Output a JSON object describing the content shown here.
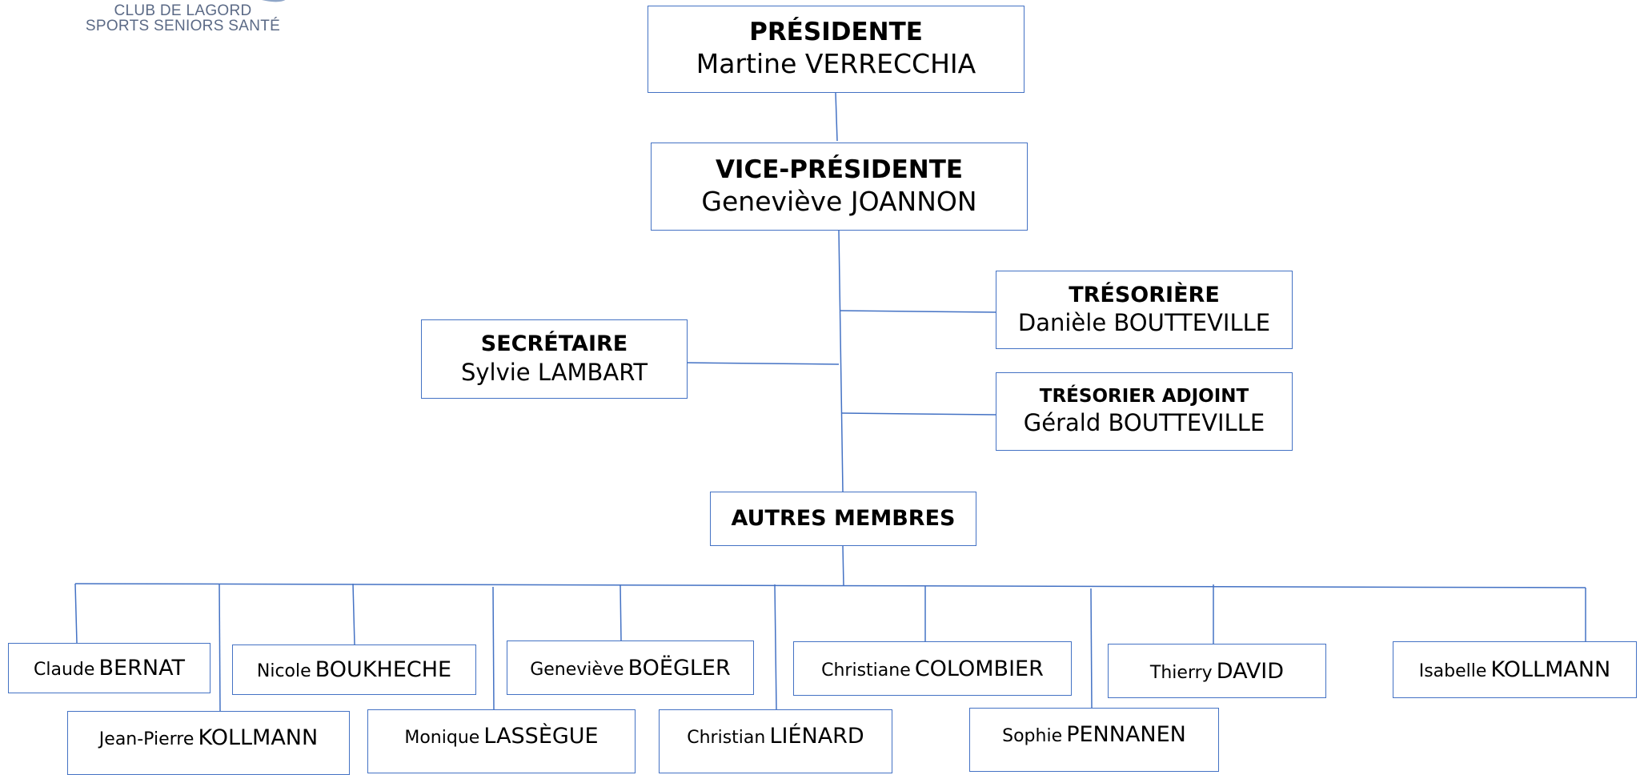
{
  "logo": {
    "line1": "CLUB DE LAGORD",
    "line2": "SPORTS SENIORS SANTÉ"
  },
  "bureau": {
    "president": {
      "role": "PRÉSIDENTE",
      "name": "Martine VERRECCHIA"
    },
    "vice_president": {
      "role": "VICE-PRÉSIDENTE",
      "name": "Geneviève JOANNON"
    },
    "treasurer": {
      "role": "TRÉSORIÈRE",
      "name": "Danièle BOUTTEVILLE"
    },
    "secretary": {
      "role": "SECRÉTAIRE",
      "name": "Sylvie LAMBART"
    },
    "deputy_treasurer": {
      "role": "TRÉSORIER ADJOINT",
      "name": "Gérald BOUTTEVILLE"
    },
    "other_members_title": "AUTRES MEMBRES"
  },
  "members": [
    {
      "first": "Claude",
      "last": "BERNAT"
    },
    {
      "first": "Nicole",
      "last": "BOUKHECHE"
    },
    {
      "first": "Geneviève",
      "last": "BOËGLER"
    },
    {
      "first": "Christiane",
      "last": "COLOMBIER"
    },
    {
      "first": "Thierry",
      "last": "DAVID"
    },
    {
      "first": "Isabelle",
      "last": "KOLLMANN"
    },
    {
      "first": "Jean-Pierre",
      "last": "KOLLMANN"
    },
    {
      "first": "Monique",
      "last": "LASSÈGUE"
    },
    {
      "first": "Christian",
      "last": "LIÉNARD"
    },
    {
      "first": "Sophie",
      "last": "PENNANEN"
    }
  ],
  "colors": {
    "connector": "#4472c4",
    "box_border": "#4472c4",
    "logo_text": "#5b6a86"
  }
}
